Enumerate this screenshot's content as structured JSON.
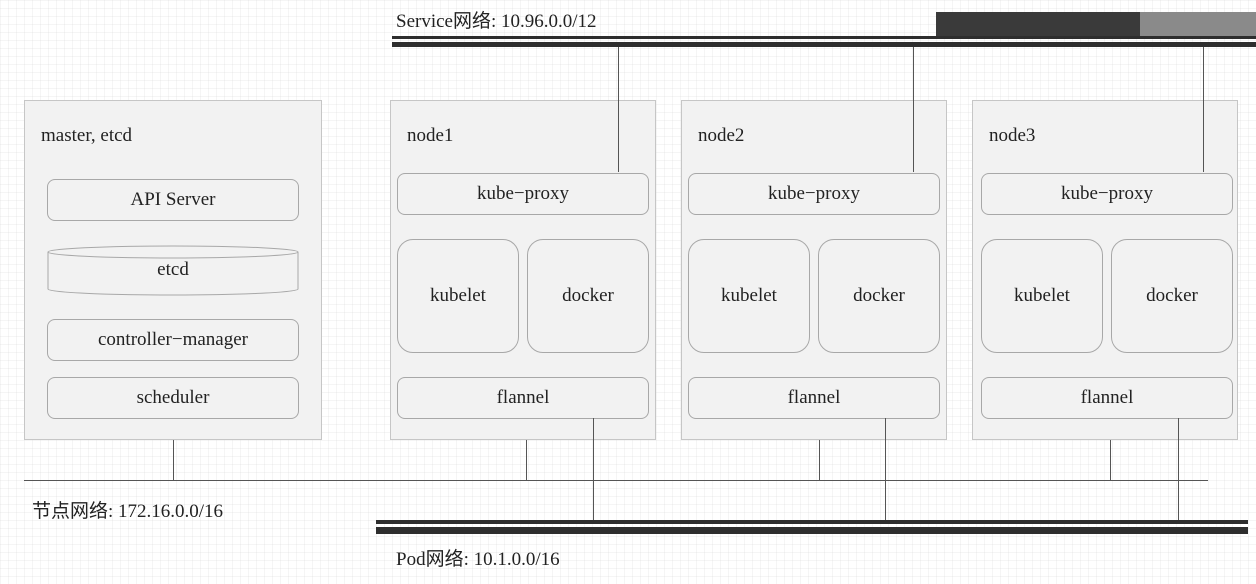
{
  "service_network": {
    "label": "Service网络: 10.96.0.0/12"
  },
  "node_network": {
    "label": "节点网络: 172.16.0.0/16"
  },
  "pod_network": {
    "label": "Pod网络: 10.1.0.0/16"
  },
  "master": {
    "title": "master, etcd",
    "components": {
      "api_server": "API Server",
      "etcd": "etcd",
      "controller_manager": "controller−manager",
      "scheduler": "scheduler"
    }
  },
  "nodes": [
    {
      "title": "node1",
      "kube_proxy": "kube−proxy",
      "kubelet": "kubelet",
      "docker": "docker",
      "flannel": "flannel"
    },
    {
      "title": "node2",
      "kube_proxy": "kube−proxy",
      "kubelet": "kubelet",
      "docker": "docker",
      "flannel": "flannel"
    },
    {
      "title": "node3",
      "kube_proxy": "kube−proxy",
      "kubelet": "kubelet",
      "docker": "docker",
      "flannel": "flannel"
    }
  ],
  "colors": {
    "line": "#555555",
    "bar": "#2e2e2e",
    "panel": "#f2f2f2",
    "dark_block": "#3a3a3a",
    "light_block": "#8a8a8a"
  }
}
